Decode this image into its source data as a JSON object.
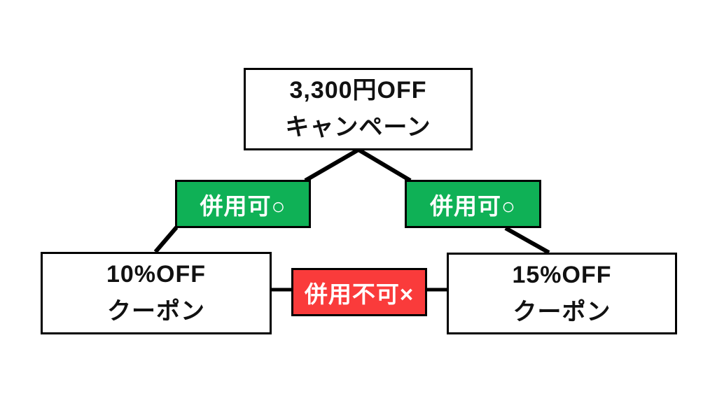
{
  "diagram": {
    "description": "Coupon combination rules diagram",
    "colors": {
      "combinable_green": "#0FB156",
      "not_combinable_red": "#FA3B3B",
      "connector_black": "#000000",
      "box_background": "#FFFFFF",
      "box_border": "#000000",
      "text_dark": "#111111",
      "text_light": "#FFFFFF"
    },
    "nodes": {
      "campaign": {
        "line1": "3,300円OFF",
        "line2": "キャンペーン"
      },
      "coupon_left": {
        "line1": "10%OFF",
        "line2": "クーポン"
      },
      "coupon_right": {
        "line1": "15%OFF",
        "line2": "クーポン"
      },
      "combinable_left": {
        "label": "併用可○"
      },
      "combinable_right": {
        "label": "併用可○"
      },
      "not_combinable": {
        "label": "併用不可×"
      }
    }
  }
}
